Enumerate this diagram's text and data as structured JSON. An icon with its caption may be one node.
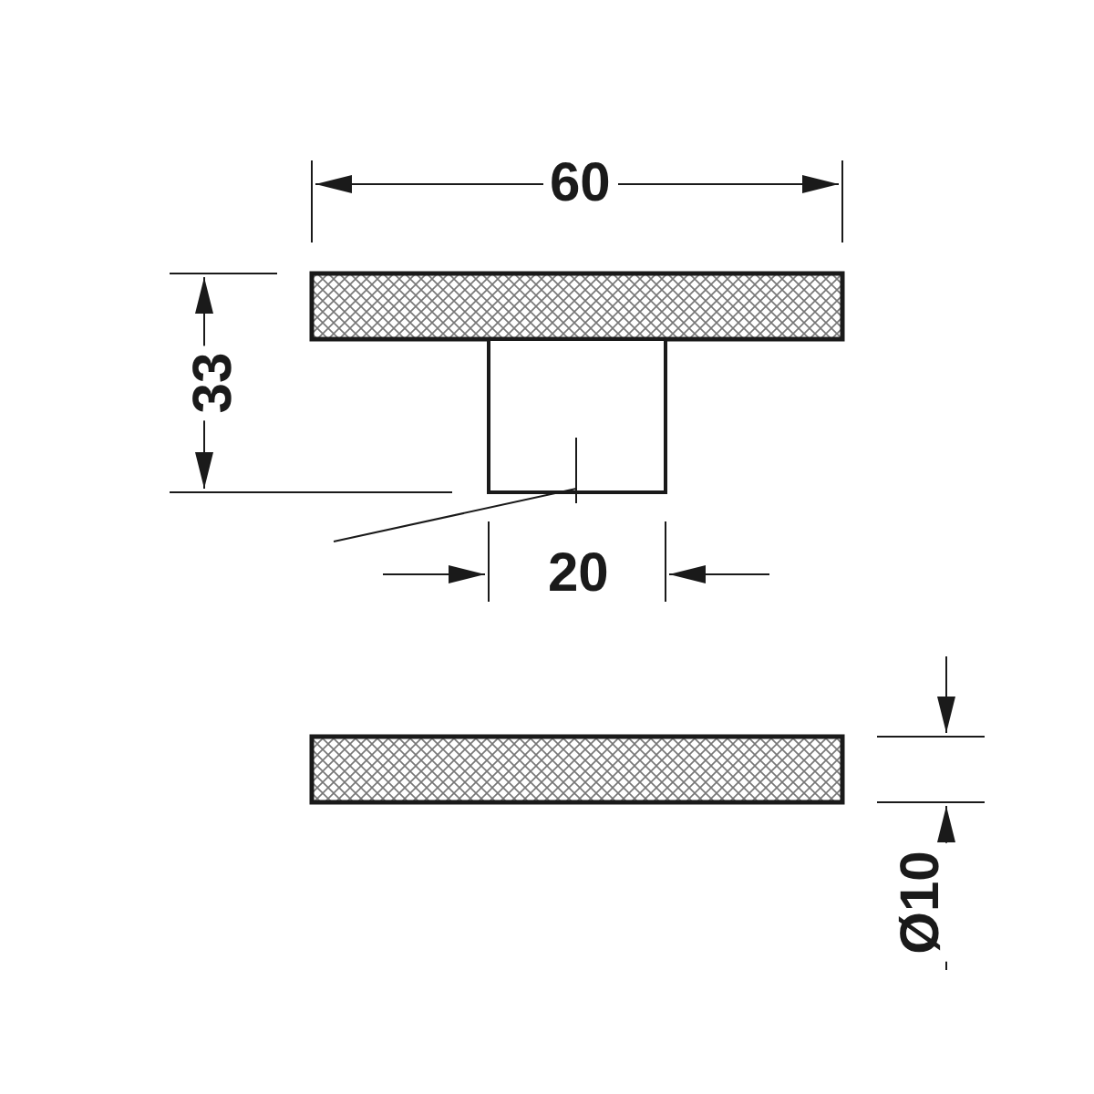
{
  "diagram": {
    "labels": [
      "60",
      "33",
      "20",
      "Ø10"
    ]
  }
}
